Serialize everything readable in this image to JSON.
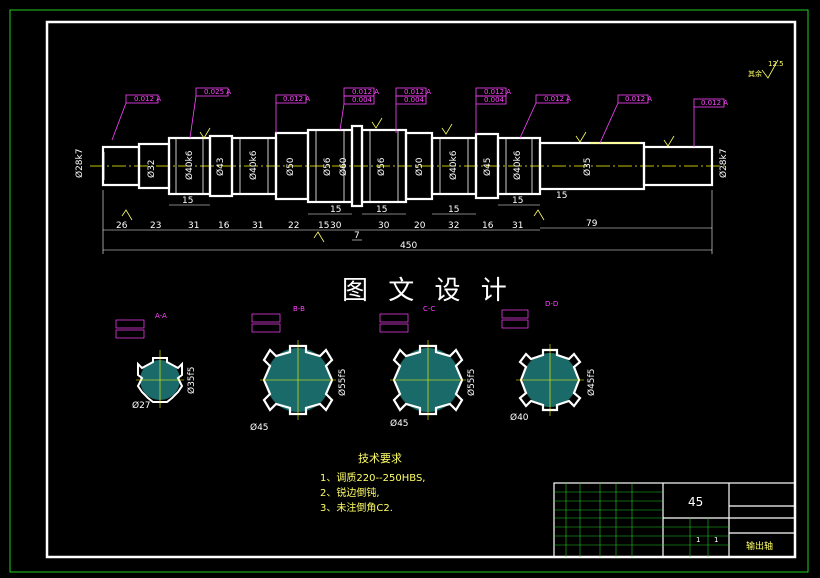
{
  "drawing": {
    "title_banner": "图 文 设 计",
    "roughness_note": "其余",
    "roughness_value": "12.5"
  },
  "shaft_dims": {
    "total_length": "450",
    "segments": [
      "26",
      "23",
      "31",
      "16",
      "31",
      "22",
      "15",
      "30",
      "7",
      "30",
      "20",
      "32",
      "16",
      "31",
      "79"
    ],
    "diameters": [
      "Ø28k7",
      "Ø32",
      "Ø40k6",
      "Ø43",
      "Ø40k6",
      "Ø50",
      "Ø56",
      "Ø60",
      "Ø56",
      "Ø50",
      "Ø40k6",
      "Ø45",
      "Ø40k6",
      "Ø35",
      "Ø28k7"
    ]
  },
  "sections": [
    {
      "label": "A-A",
      "dia": "Ø35f5",
      "inner": "Ø27"
    },
    {
      "label": "B-B",
      "dia": "Ø55f5",
      "inner": "Ø45"
    },
    {
      "label": "C-C",
      "dia": "Ø55f5",
      "inner": "Ø45"
    },
    {
      "label": "D-D",
      "dia": "Ø45f5",
      "inner": "Ø40"
    }
  ],
  "tech_req": {
    "heading": "技术要求",
    "items": [
      "1、调质220--250HBS,",
      "2、锐边倒钝,",
      "3、未注倒角C2."
    ]
  },
  "title_block": {
    "material": "45",
    "part_name": "输出轴",
    "scale": "1",
    "sheet": "1"
  }
}
